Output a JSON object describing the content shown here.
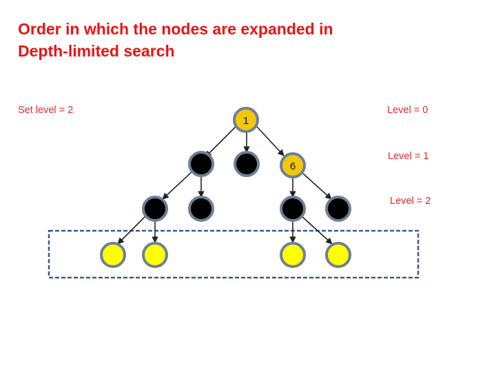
{
  "title": {
    "line1": "Order in which the nodes are expanded in",
    "line2": "Depth-limited search"
  },
  "labels": {
    "set_level": "Set level = 2",
    "level0": "Level = 0",
    "level1": "Level = 1",
    "level2": "Level = 2"
  },
  "nodes": {
    "root_label": "1",
    "level1_node_label": "6"
  },
  "colors": {
    "title": "#ee1111",
    "labels": "#e8262c",
    "expanded_node": "#f2c80f",
    "unexpanded_node": "#000000",
    "frontier_node": "#ffff00",
    "node_ring": "#6e7f96",
    "frame": "#3a5a8c"
  }
}
